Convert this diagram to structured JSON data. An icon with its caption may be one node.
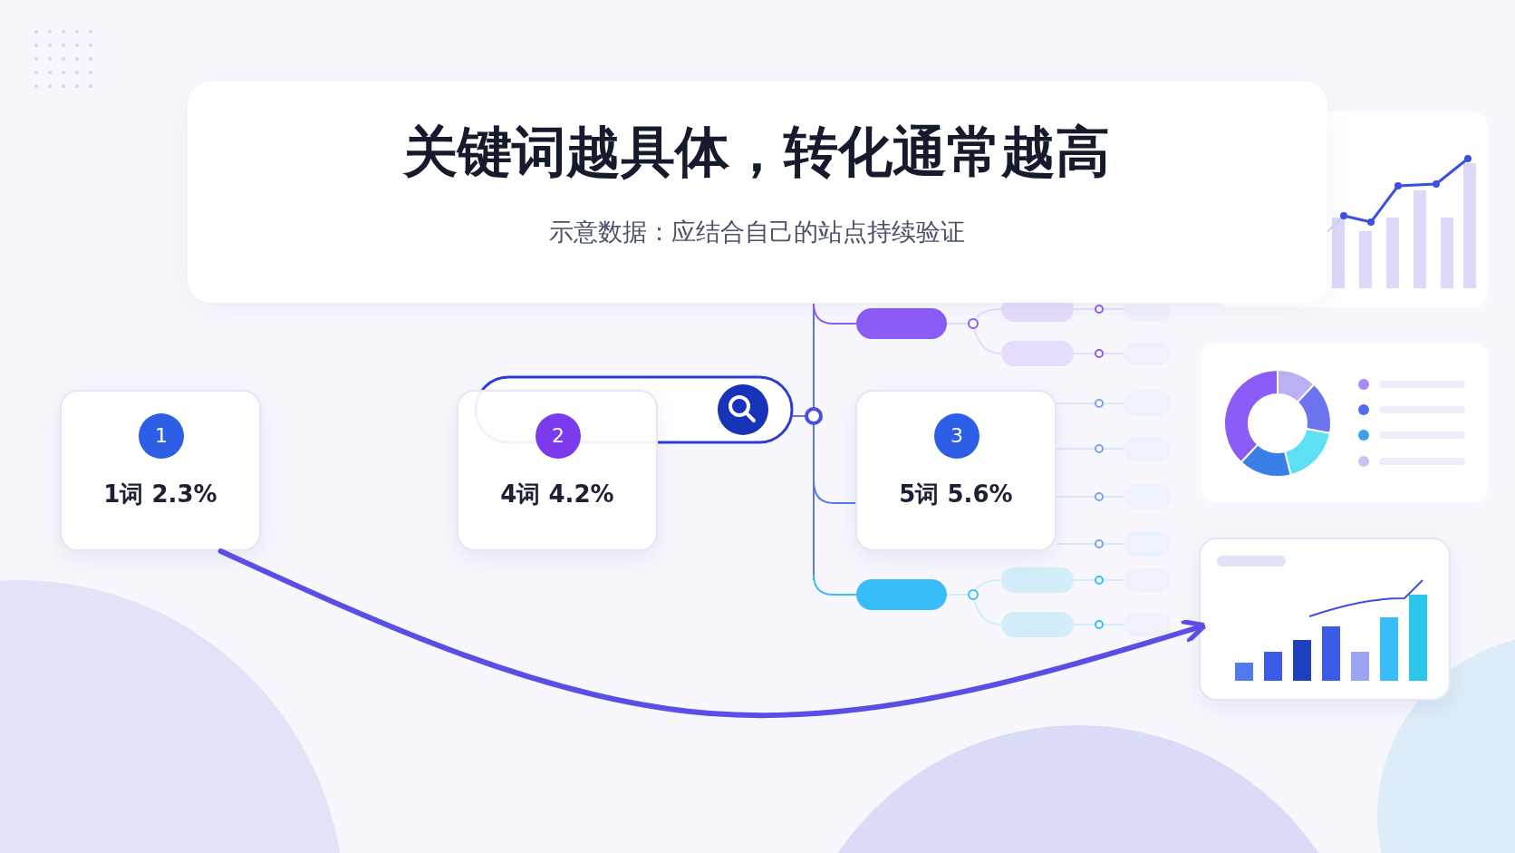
{
  "diagram": {
    "title": "关键词越具体，转化通常越高",
    "caption": "示意数据：应结合自己的站点持续验证",
    "nodes": [
      {
        "text": [
          "1",
          "1词 2.3%"
        ]
      },
      {
        "text": [
          "2",
          "4词 4.2%"
        ]
      },
      {
        "text": [
          "3",
          "5词 5.6%"
        ]
      },
      {
        "text": [],
        "shape": "picture"
      }
    ],
    "edges": [
      {
        "from": 0,
        "to": 3,
        "arrow": "to"
      }
    ]
  }
}
